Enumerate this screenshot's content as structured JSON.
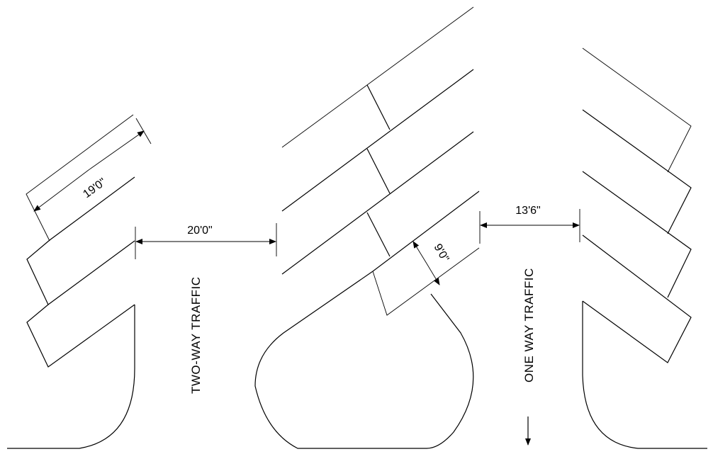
{
  "diagram": {
    "dimensions": {
      "stall_length": "19'0\"",
      "two_way_aisle_width": "20'0\"",
      "one_way_aisle_width": "13'6\"",
      "stall_width": "9'0\""
    },
    "labels": {
      "two_way": "TWO-WAY TRAFFIC",
      "one_way": "ONE WAY TRAFFIC"
    },
    "line_color": "#000000",
    "background": "#ffffff"
  }
}
